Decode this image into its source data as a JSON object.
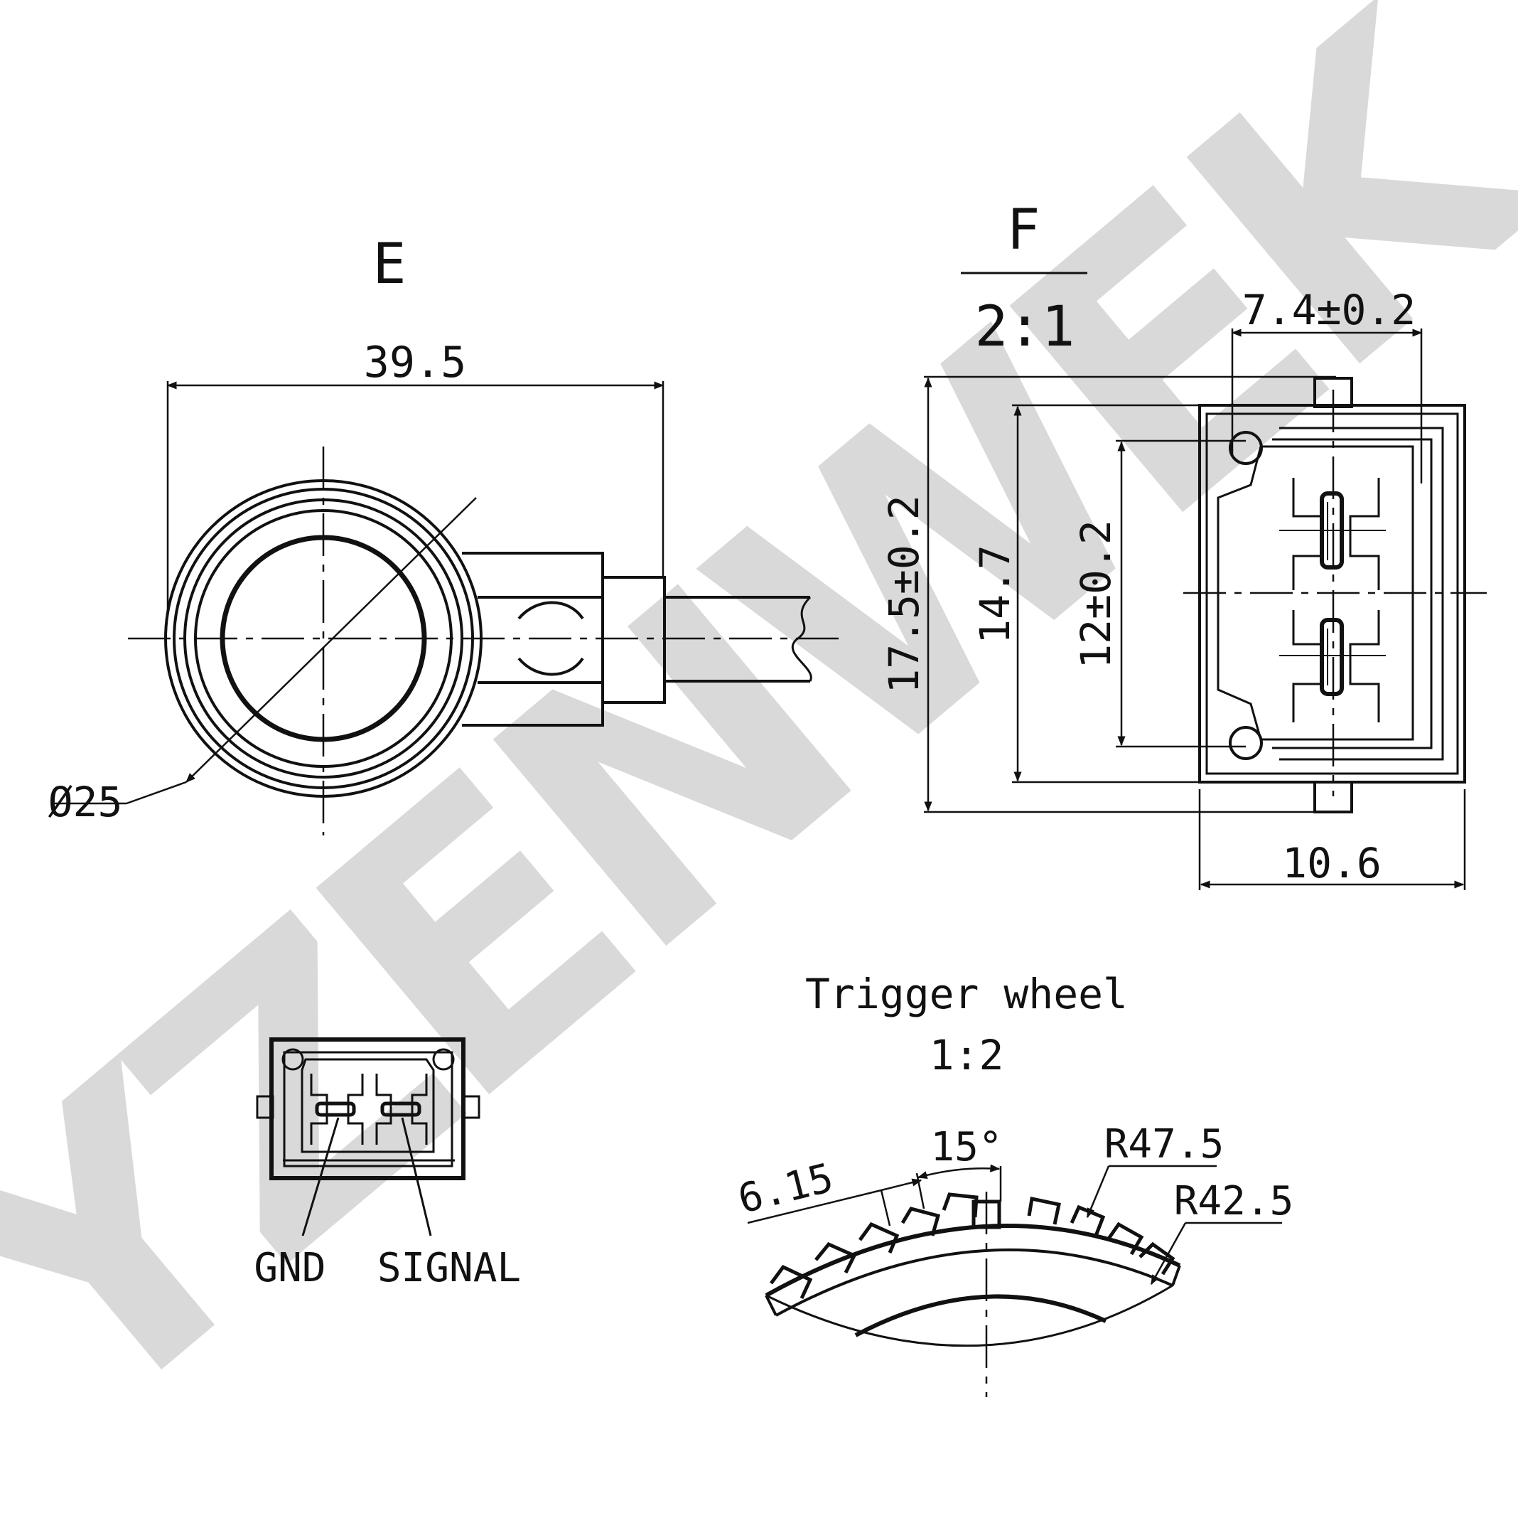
{
  "colors": {
    "ink": "#111111",
    "watermark": "#d9d9d9",
    "background": "#ffffff"
  },
  "watermark": {
    "text": "YZENWEK"
  },
  "view_e": {
    "title": "E",
    "dim_width": "39.5",
    "dim_diameter": "Ø25"
  },
  "view_f": {
    "title": "F",
    "scale": "2:1",
    "dim_pin_pitch": "7.4±0.2",
    "dim_height_outer": "17.5±0.2",
    "dim_height_inner": "14.7",
    "dim_hole_spacing": "12±0.2",
    "dim_width": "10.6"
  },
  "connector": {
    "label_gnd": "GND",
    "label_signal": "SIGNAL"
  },
  "trigger_wheel": {
    "title": "Trigger wheel",
    "scale": "1:2",
    "dim_tooth": "6.15",
    "dim_angle": "15°",
    "dim_outer_radius": "R47.5",
    "dim_inner_radius": "R42.5"
  }
}
